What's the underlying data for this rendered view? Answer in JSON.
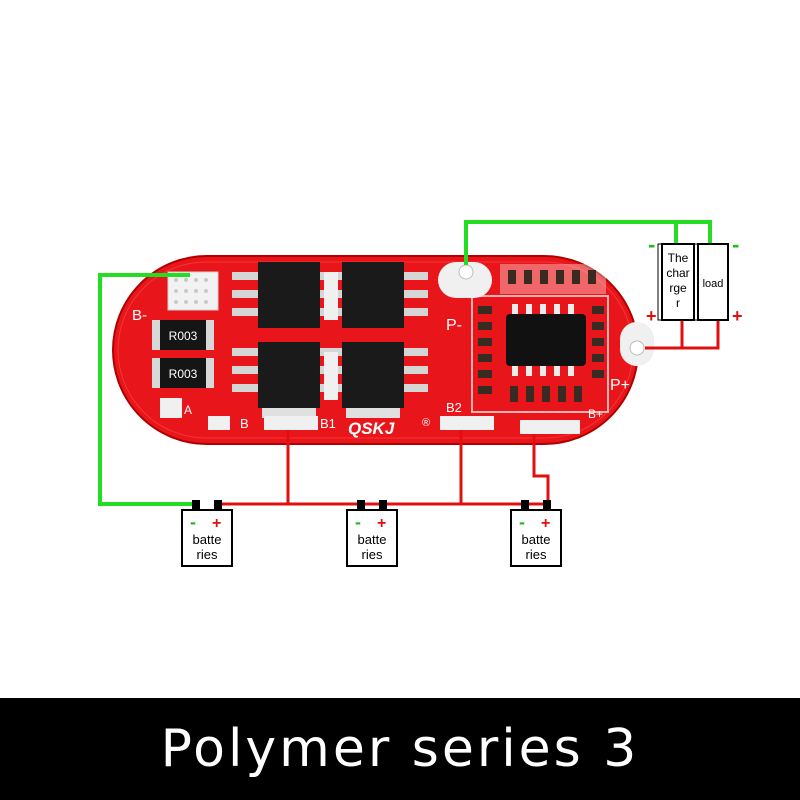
{
  "caption": "Polymer series 3",
  "board": {
    "brand": "QSKJ",
    "registered_mark": "®",
    "resistor_label": "R003",
    "pad_labels": {
      "b_top": "B-",
      "p_minus": "P-",
      "p_plus": "P+",
      "a": "A",
      "b": "B",
      "b1": "B1",
      "b2": "B2",
      "b_plus": "B+"
    }
  },
  "charger": {
    "line1": "The",
    "line2": "char",
    "line3": "rge",
    "line4": "r"
  },
  "load": {
    "label": "load"
  },
  "batteries": [
    {
      "line1": "batte",
      "line2": "ries"
    },
    {
      "line1": "batte",
      "line2": "ries"
    },
    {
      "line1": "batte",
      "line2": "ries"
    }
  ],
  "polarity": {
    "minus": "-",
    "plus": "+"
  },
  "colors": {
    "pcb": "#e8161b",
    "wire_negative": "#22dd22",
    "wire_positive": "#e01010",
    "banner": "#000000"
  }
}
